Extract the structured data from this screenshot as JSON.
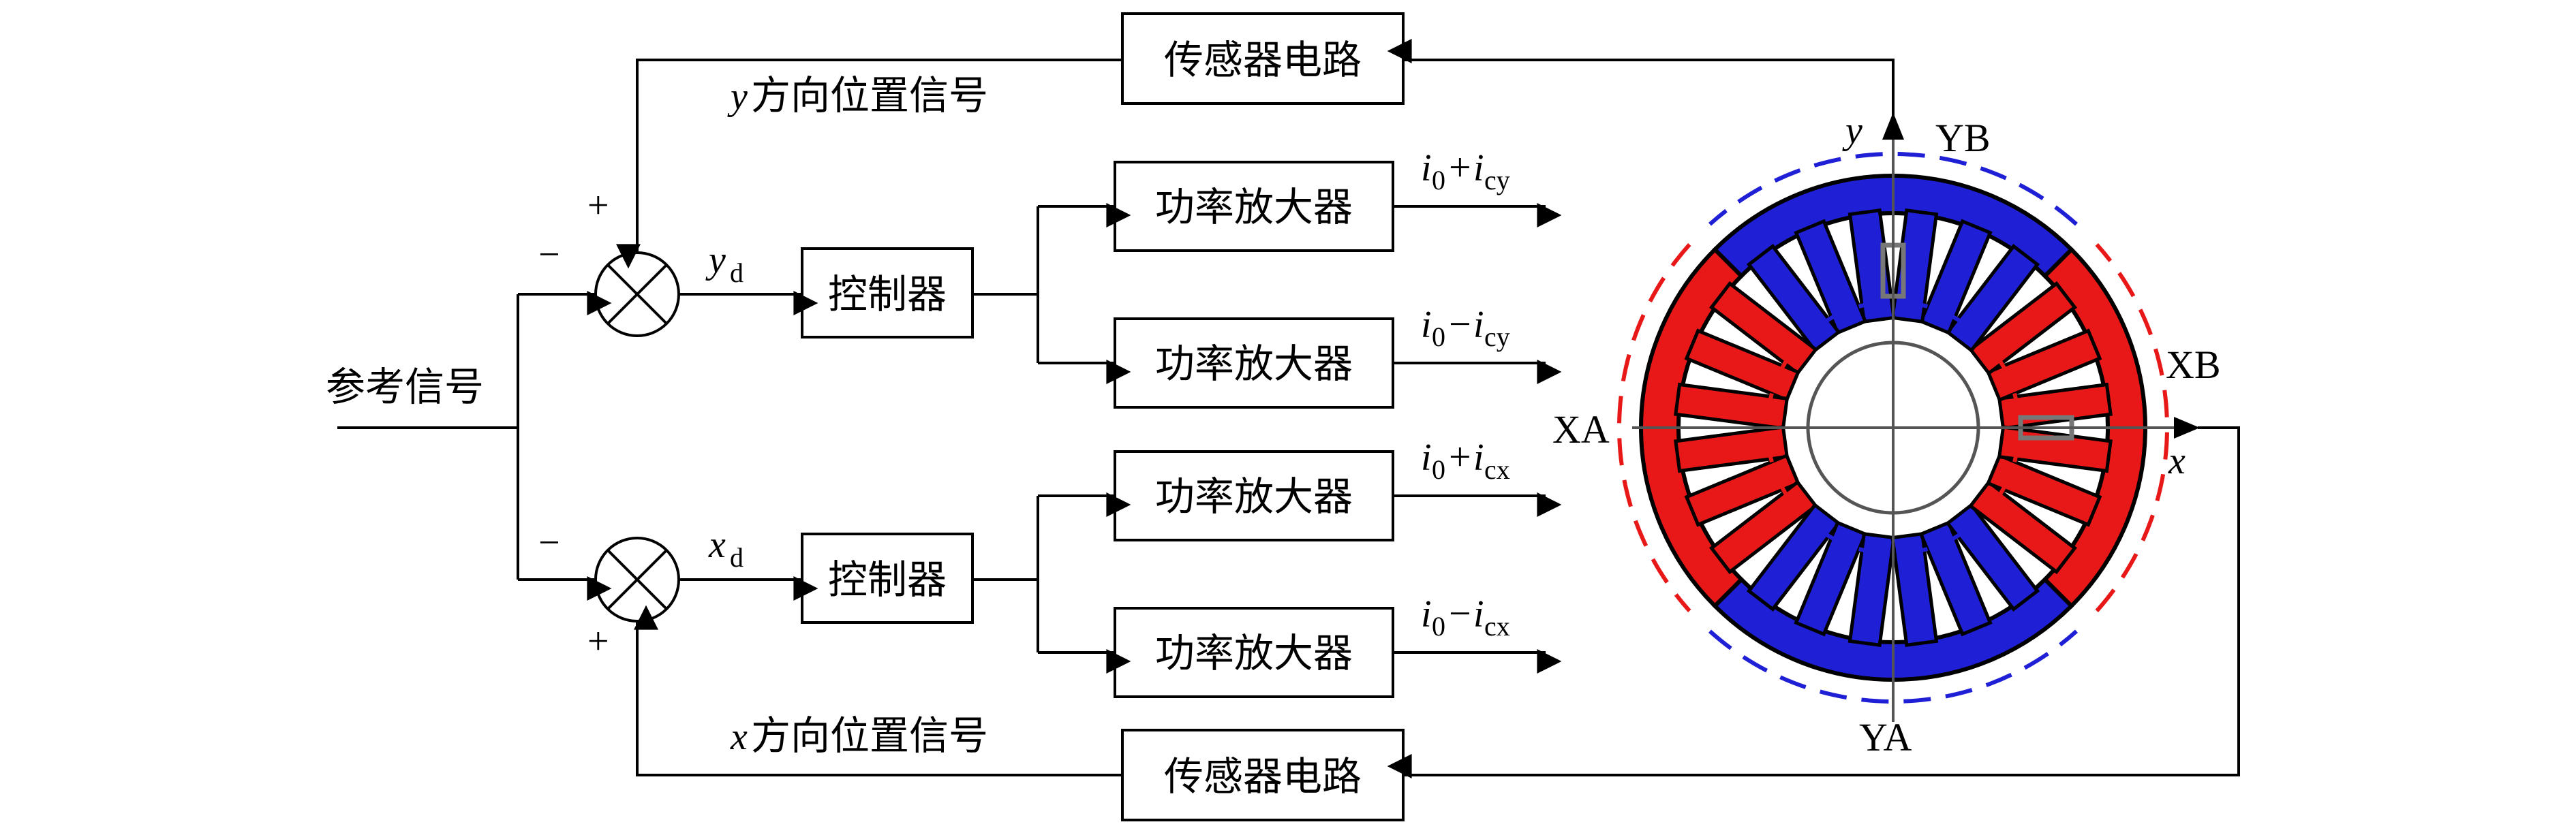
{
  "blocks": {
    "sensor_top": "传感器电路",
    "sensor_bottom": "传感器电路",
    "controller_y": "控制器",
    "controller_x": "控制器",
    "amp_1": "功率放大器",
    "amp_2": "功率放大器",
    "amp_3": "功率放大器",
    "amp_4": "功率放大器"
  },
  "labels": {
    "reference": "参考信号",
    "y_pos_var": "y",
    "y_pos_text": "方向位置信号",
    "x_pos_var": "x",
    "x_pos_text": "方向位置信号",
    "yd_var": "y",
    "yd_sub": "d",
    "xd_var": "x",
    "xd_sub": "d"
  },
  "signs": {
    "y_plus": "+",
    "y_minus": "−",
    "x_minus": "−",
    "x_plus": "+"
  },
  "currents": [
    {
      "i0": "i",
      "i0_sub": "0",
      "op": "+",
      "ic": "i",
      "ic_sub": "cy"
    },
    {
      "i0": "i",
      "i0_sub": "0",
      "op": "−",
      "ic": "i",
      "ic_sub": "cy"
    },
    {
      "i0": "i",
      "i0_sub": "0",
      "op": "+",
      "ic": "i",
      "ic_sub": "cx"
    },
    {
      "i0": "i",
      "i0_sub": "0",
      "op": "−",
      "ic": "i",
      "ic_sub": "cx"
    }
  ],
  "bearing": {
    "axis_y": "y",
    "axis_x": "x",
    "pole_yb": "YB",
    "pole_ya": "YA",
    "pole_xa": "XA",
    "pole_xb": "XB",
    "colors": {
      "y_poles": "#1f1fd6",
      "x_poles": "#e81818"
    }
  }
}
